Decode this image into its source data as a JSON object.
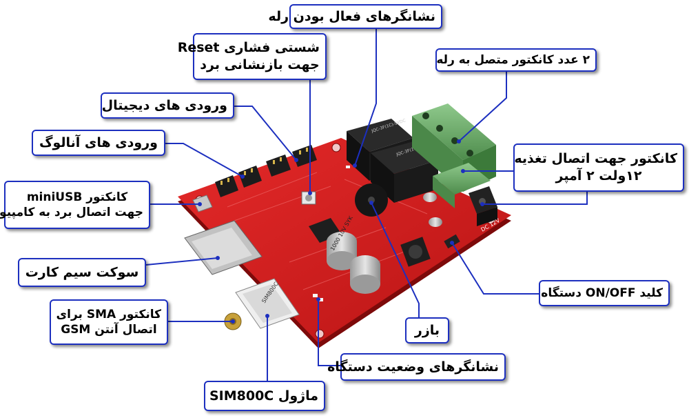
{
  "labels": {
    "relay_indicators": "نشانگرهای فعال بودن رله",
    "reset_line1": "شستی فشاری Reset",
    "reset_line2": "جهت بازنشانی برد",
    "relay_connectors": "۲ عدد کانکتور متصل به رله",
    "digital_inputs": "ورودی های دیجیتال",
    "analog_inputs": "ورودی های آنالوگ",
    "power_line1": "کانکتور جهت اتصال تغذیه",
    "power_line2": "۱۲ولت ۲ آمپر",
    "miniusb_line1": "کانکتور miniUSB",
    "miniusb_line2": "جهت اتصال برد به کامپیوتر",
    "sim_socket": "سوکت سیم کارت",
    "onoff_key": "کلید ON/OFF دستگاه",
    "sma_line1": "کانکتور SMA برای",
    "sma_line2": "اتصال آنتن GSM",
    "buzzer": "بازر",
    "status_indicators": "نشانگرهای وضعیت دستگاه",
    "sim800c": "ماژول SIM800C"
  },
  "board": {
    "relay_text": "JQC-3F(1C)-5VDC",
    "capacitor_text": "1000 10V SYK",
    "dc_text": "DC 12V",
    "sim_module_text": "SIM800C"
  },
  "colors": {
    "board_red": "#d81e1e",
    "board_dark": "#8e0c0c",
    "connector_green": "#6cad6a",
    "label_border": "#1c2fbf"
  }
}
